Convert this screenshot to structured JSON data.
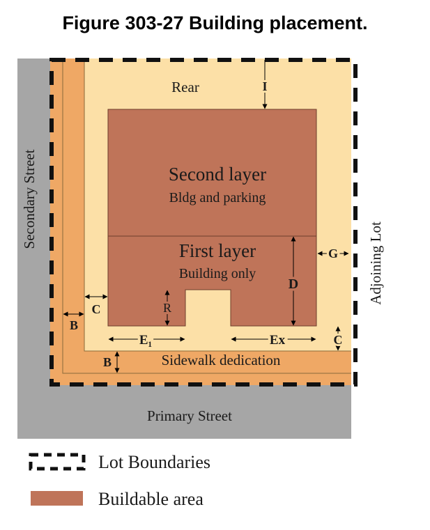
{
  "title": "Figure 303-27 Building placement.",
  "labels": {
    "rear": "Rear",
    "second_layer": "Second layer",
    "second_layer_sub": "Bldg and parking",
    "first_layer": "First layer",
    "first_layer_sub": "Building only",
    "secondary_street": "Secondary Street",
    "adjoining_lot": "Adjoining Lot",
    "primary_street": "Primary Street",
    "sidewalk": "Sidewalk dedication"
  },
  "dimensions": {
    "I": "I",
    "G": "G",
    "D": "D",
    "R": "R",
    "C_side": "C",
    "C_front": "C",
    "B_side": "B",
    "B_front": "B",
    "E1": "E₁",
    "Ex": "Ex"
  },
  "legend": [
    {
      "label": "Lot Boundaries"
    },
    {
      "label": "Buildable area"
    }
  ],
  "colors": {
    "street": "#a6a6a6",
    "sidewalk": "#efa865",
    "setback": "#fce0a7",
    "buildable": "#bf7459",
    "line": "#6e3e2c"
  }
}
